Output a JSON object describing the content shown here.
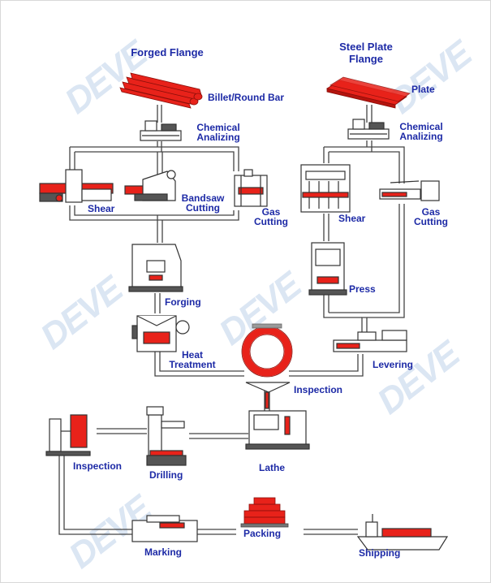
{
  "watermark": "DEVE",
  "titles": {
    "forged": "Forged Flange",
    "steel_line1": "Steel Plate",
    "steel_line2": "Flange"
  },
  "labels": {
    "billet": "Billet/Round Bar",
    "plate": "Plate",
    "chem1_l1": "Chemical",
    "chem1_l2": "Analizing",
    "chem2_l1": "Chemical",
    "chem2_l2": "Analizing",
    "shear1": "Shear",
    "bandsaw_l1": "Bandsaw",
    "bandsaw_l2": "Cutting",
    "gas1_l1": "Gas",
    "gas1_l2": "Cutting",
    "shear2": "Shear",
    "gas2_l1": "Gas",
    "gas2_l2": "Cutting",
    "press": "Press",
    "forging": "Forging",
    "heat_l1": "Heat",
    "heat_l2": "Treatment",
    "levering": "Levering",
    "inspection_top": "Inspection",
    "inspection_left": "Inspection",
    "drilling": "Drilling",
    "lathe": "Lathe",
    "packing": "Packing",
    "marking": "Marking",
    "shipping": "Shipping"
  },
  "colors": {
    "label_text": "#1d2aa6",
    "material_red": "#e8221a",
    "line": "#444444",
    "machine": "#333333",
    "watermark": "#dbe6f3"
  }
}
